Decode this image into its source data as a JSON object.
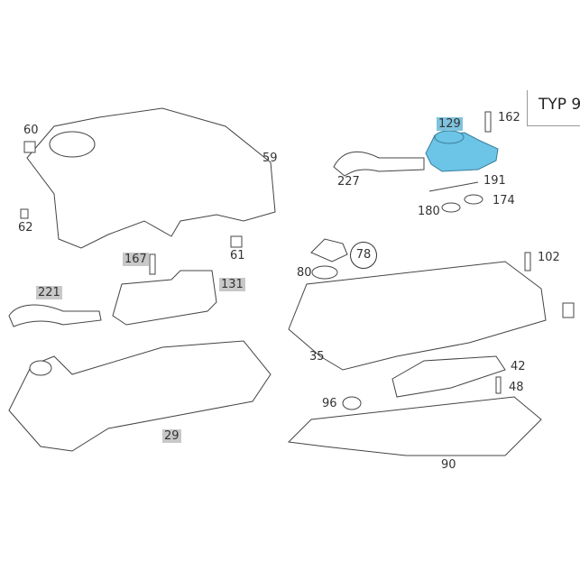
{
  "header": {
    "type_label": "TYP 9"
  },
  "labels": {
    "p60": "60",
    "p59": "59",
    "p62": "62",
    "p61": "61",
    "p129": "129",
    "p162": "162",
    "p227": "227",
    "p191": "191",
    "p180": "180",
    "p174": "174",
    "p78": "78",
    "p80": "80",
    "p167": "167",
    "p131": "131",
    "p221": "221",
    "p102": "102",
    "p35": "35",
    "p42": "42",
    "p48": "48",
    "p96": "96",
    "p90": "90",
    "p29": "29"
  },
  "colors": {
    "highlight_selected": "#7fc3de",
    "highlight_gray": "#c8c8c8"
  }
}
